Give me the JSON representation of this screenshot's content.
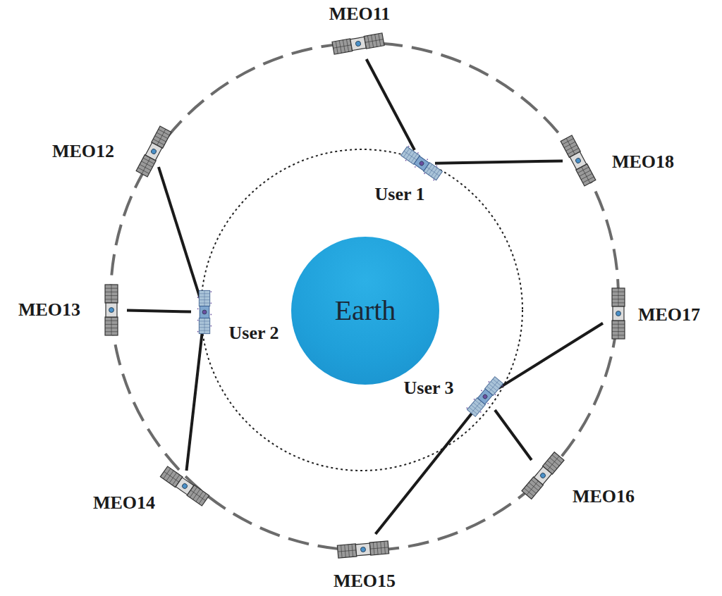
{
  "diagram": {
    "nodes": [
      {
        "text": [
          "MEO11"
        ]
      },
      {
        "text": [
          "MEO12"
        ]
      },
      {
        "text": [
          "MEO18"
        ]
      },
      {
        "text": [
          "User 1"
        ]
      },
      {
        "text": [
          "MEO13"
        ]
      },
      {
        "text": [
          "User 2"
        ]
      },
      {
        "text": [
          "Earth"
        ]
      },
      {
        "text": [
          "MEO17"
        ]
      },
      {
        "text": [
          "User 3"
        ]
      },
      {
        "text": [
          "MEO16"
        ]
      },
      {
        "text": [
          "MEO14"
        ]
      },
      {
        "text": [
          "MEO15"
        ]
      }
    ],
    "edges": [
      {
        "from": 3,
        "to": 0,
        "arrow": "none"
      },
      {
        "from": 3,
        "to": 2,
        "arrow": "none"
      },
      {
        "from": 5,
        "to": 1,
        "arrow": "none"
      },
      {
        "from": 5,
        "to": 4,
        "arrow": "none"
      },
      {
        "from": 5,
        "to": 10,
        "arrow": "none"
      },
      {
        "from": 8,
        "to": 7,
        "arrow": "none"
      },
      {
        "from": 8,
        "to": 9,
        "arrow": "none"
      },
      {
        "from": 8,
        "to": 11,
        "arrow": "none"
      }
    ]
  }
}
